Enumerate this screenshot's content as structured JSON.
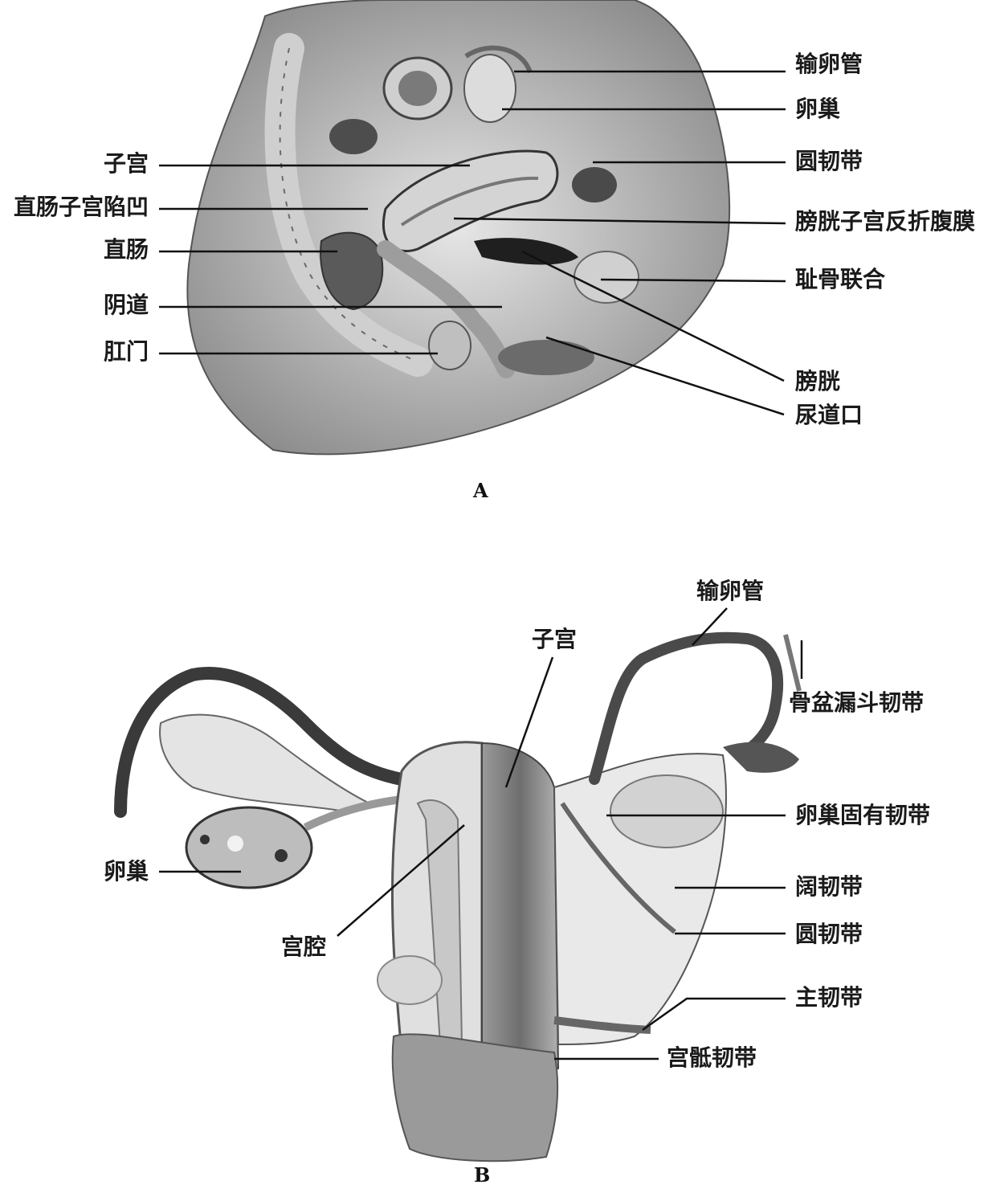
{
  "panel_a": {
    "caption": "A",
    "labels_left": [
      "子宫",
      "直肠子宫陷凹",
      "直肠",
      "阴道",
      "肛门"
    ],
    "labels_right": [
      "输卵管",
      "卵巢",
      "圆韧带",
      "膀胱子宫反折腹膜",
      "耻骨联合",
      "膀胱",
      "尿道口"
    ]
  },
  "panel_b": {
    "caption": "B",
    "labels": {
      "oviduct": "输卵管",
      "uterus": "子宫",
      "infundibulopelvic": "骨盆漏斗韧带",
      "ovarian_ligament": "卵巢固有韧带",
      "ovary": "卵巢",
      "broad_ligament": "阔韧带",
      "uterine_cavity": "宫腔",
      "round_ligament": "圆韧带",
      "cardinal_ligament": "主韧带",
      "uterosacral_ligament": "宫骶韧带"
    }
  }
}
